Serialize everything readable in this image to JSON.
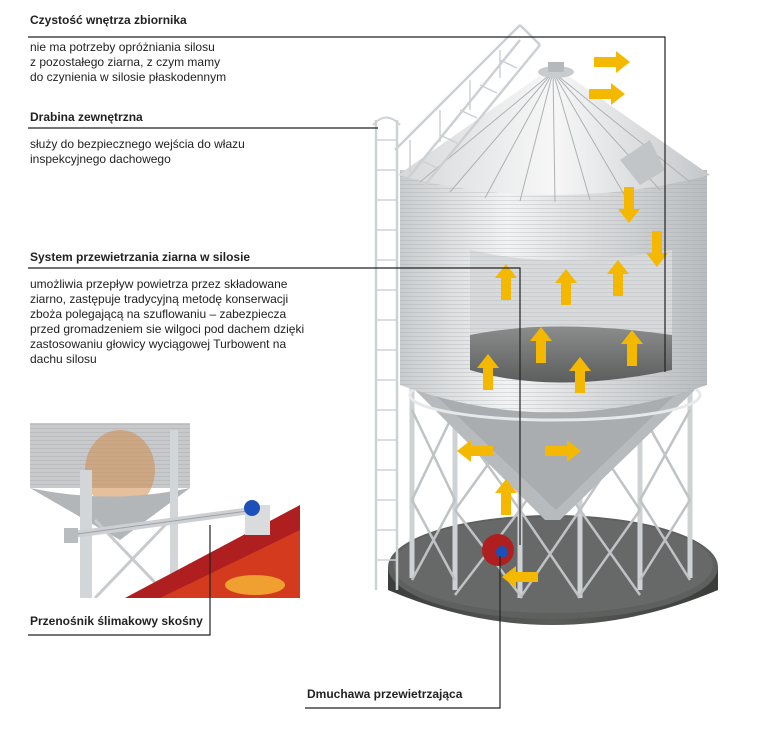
{
  "annotations": [
    {
      "id": "interior",
      "title": "Czystość wnętrza zbiornika",
      "desc": [
        "nie ma potrzeby opróżniania silosu",
        "z pozostałego ziarna, z czym mamy",
        "do czynienia w silosie płaskodennym"
      ]
    },
    {
      "id": "ladder",
      "title": "Drabina zewnętrzna",
      "desc": [
        "służy do bezpiecznego wejścia do włazu",
        "inspekcyjnego dachowego"
      ]
    },
    {
      "id": "aeration",
      "title": "System przewietrzania ziarna w silosie",
      "desc": [
        "umożliwia przepływ powietrza przez składowane",
        "ziarno, zastępuje tradycyjną metodę konserwacji",
        "zboża polegającą na szuflowaniu – zabezpiecza",
        "przed gromadzeniem sie wilgoci pod dachem dzięki",
        "zastosowaniu głowicy wyciągowej Turbowent na",
        "dachu silosu"
      ]
    },
    {
      "id": "conveyor",
      "title": "Przenośnik ślimakowy skośny",
      "desc": []
    },
    {
      "id": "blower",
      "title": "Dmuchawa przewietrzająca",
      "desc": []
    }
  ],
  "colors": {
    "arrow": "#f5b800",
    "steel": "#d9dcdf",
    "base": "#4a4c4a",
    "red": "#b01f1f",
    "line": "#222222"
  }
}
